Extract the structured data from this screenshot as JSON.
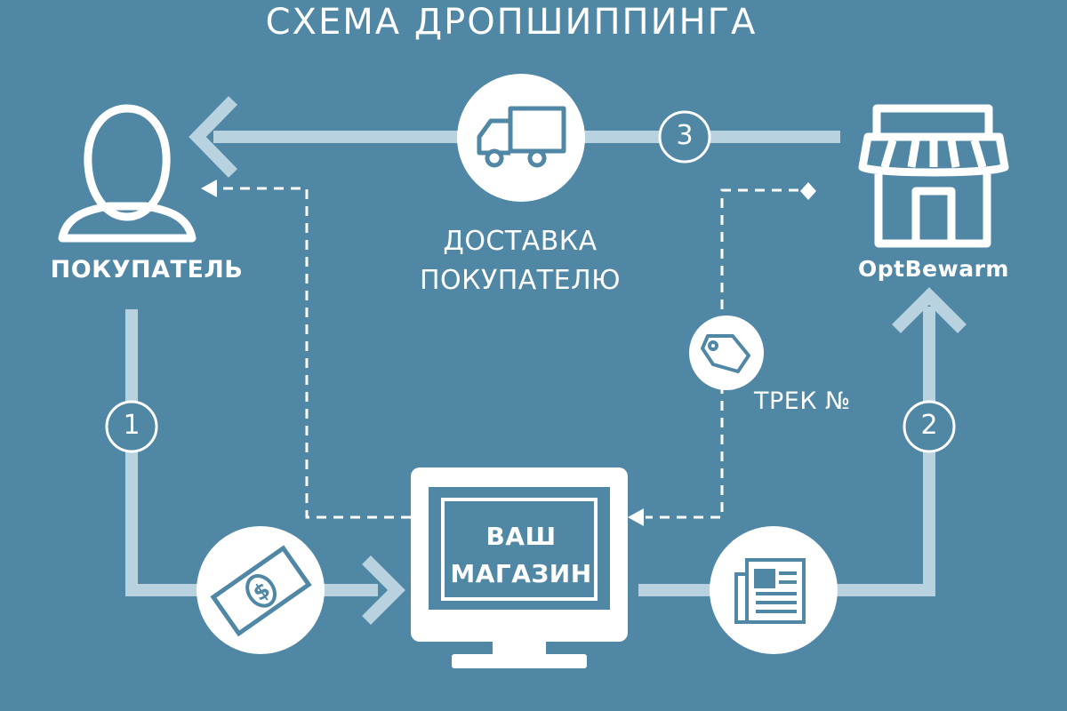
{
  "title": "СХЕМА ДРОПШИППИНГА",
  "nodes": {
    "buyer": {
      "label": "ПОКУПАТЕЛЬ",
      "icon": "person-icon"
    },
    "delivery": {
      "label_line1": "ДОСТАВКА",
      "label_line2": "ПОКУПАТЕЛЮ",
      "icon": "truck-icon"
    },
    "supplier": {
      "label": "OptBewarm",
      "icon": "store-icon"
    },
    "track": {
      "label": "ТРЕК №",
      "icon": "price-tag-icon"
    },
    "shop": {
      "label_line1": "ВАШ",
      "label_line2": "МАГАЗИН",
      "icon": "monitor-icon"
    },
    "payment": {
      "icon": "money-icon"
    },
    "order": {
      "icon": "newspaper-icon"
    }
  },
  "steps": [
    "1",
    "2",
    "3"
  ],
  "colors": {
    "background": "#4f87a5",
    "line": "#b9d2df",
    "white": "#ffffff"
  }
}
